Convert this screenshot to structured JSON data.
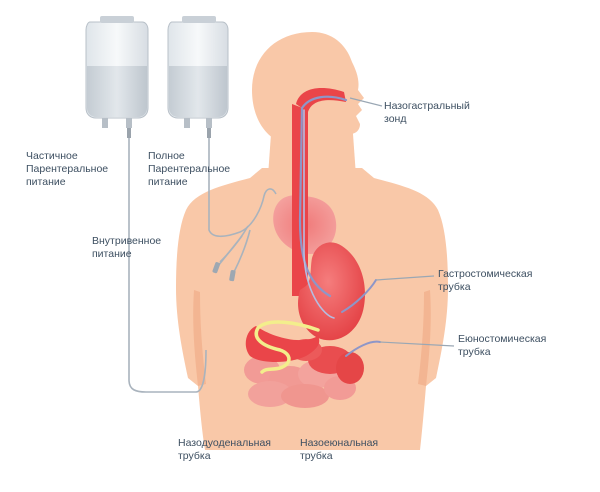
{
  "labels": {
    "partial_parenteral": [
      "Частичное",
      "Парентеральное",
      "питание"
    ],
    "total_parenteral": [
      "Полное",
      "Парентеральное",
      "питание"
    ],
    "intravenous": [
      "Внутривенное",
      "питание"
    ],
    "nasogastric": [
      "Назогастральный",
      "зонд"
    ],
    "gastrostomy": [
      "Гастростомическая",
      "трубка"
    ],
    "jejunostomy": [
      "Еюностомическая",
      "трубка"
    ],
    "nasoduodenal": [
      "Назодуоденальная",
      "трубка"
    ],
    "nasojejunal": [
      "Назоеюнальная",
      "трубка"
    ]
  },
  "colors": {
    "skin": "#f9c8a8",
    "skin_shadow": "#f3b592",
    "organ": "#ee4b4b",
    "organ_light": "#f48a8a",
    "tube": "#8e96c8",
    "line": "#9aa7b4",
    "yellow_tube": "#f3ee8c",
    "text": "#3d4f61"
  }
}
